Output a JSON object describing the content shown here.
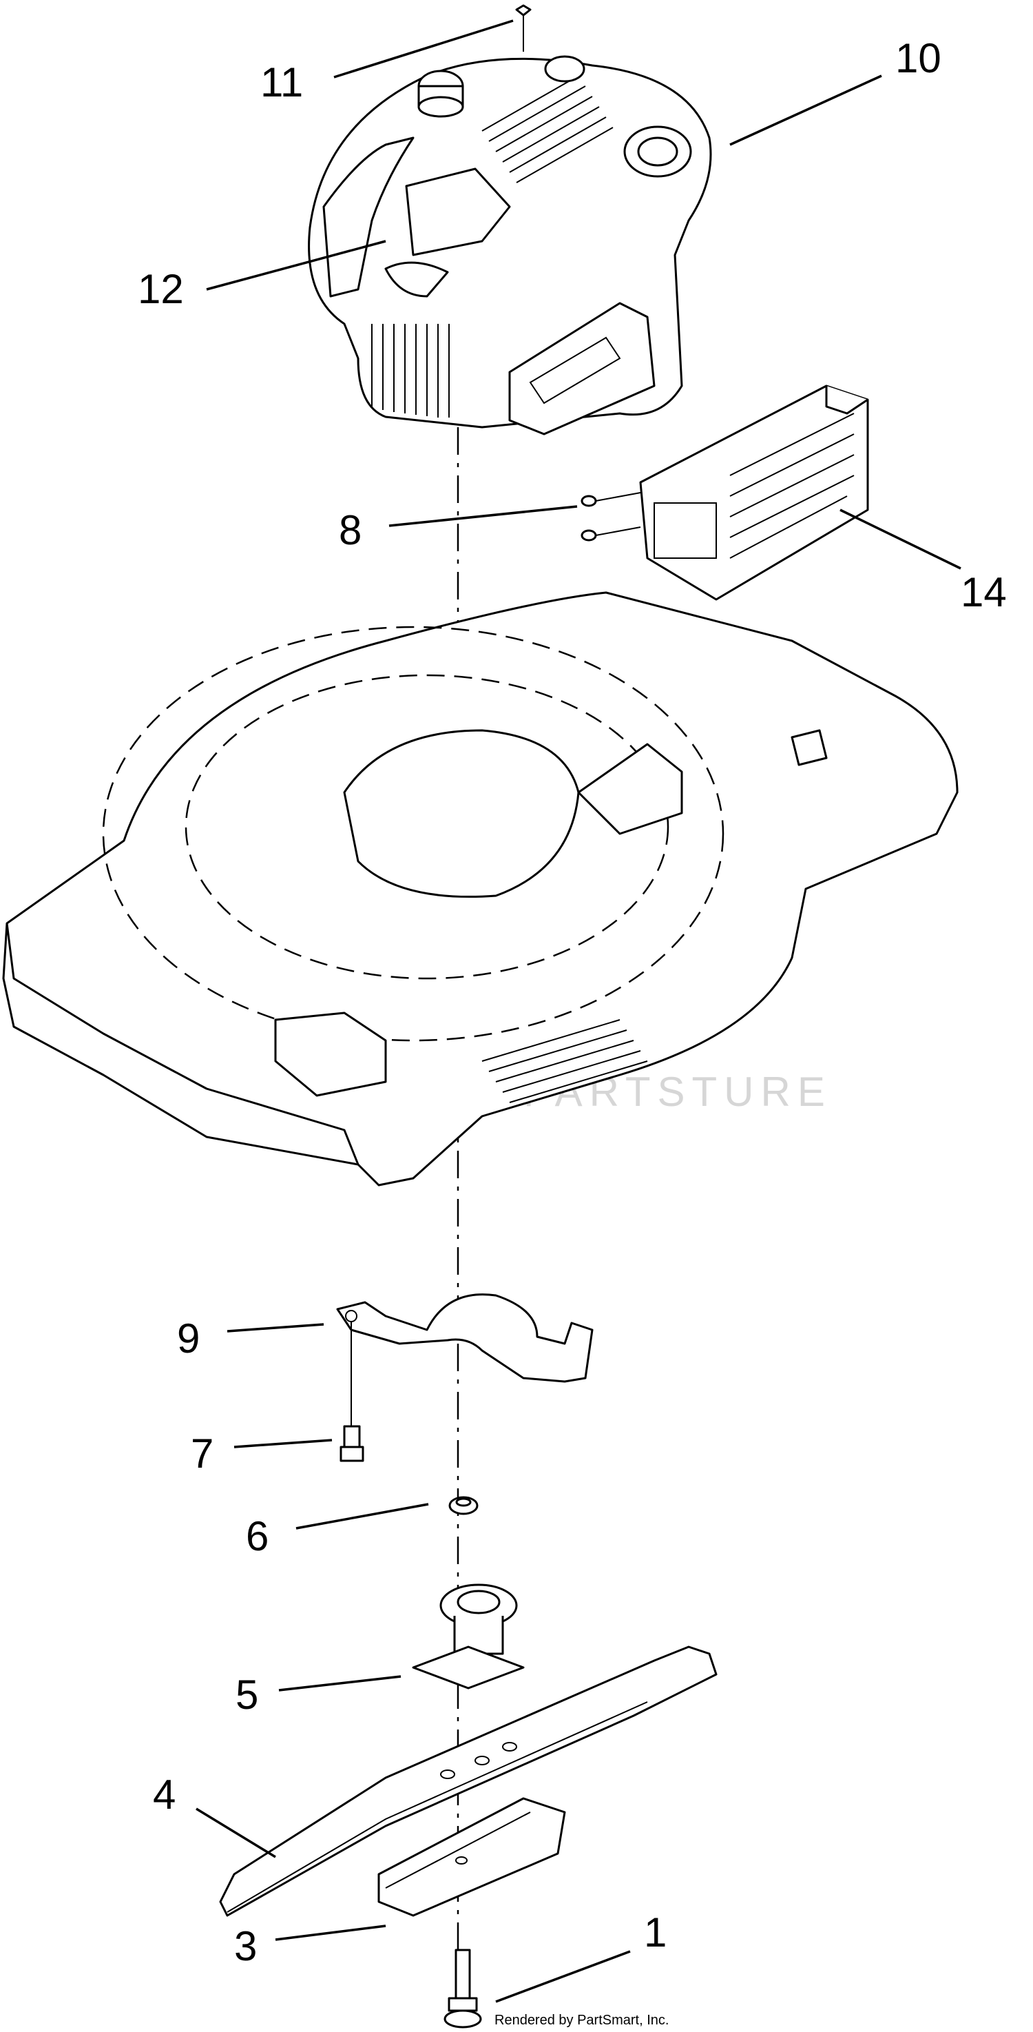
{
  "callouts": [
    {
      "id": "c11",
      "number": "11"
    },
    {
      "id": "c10",
      "number": "10"
    },
    {
      "id": "c12",
      "number": "12"
    },
    {
      "id": "c8",
      "number": "8"
    },
    {
      "id": "c14",
      "number": "14"
    },
    {
      "id": "c9",
      "number": "9"
    },
    {
      "id": "c7",
      "number": "7"
    },
    {
      "id": "c6",
      "number": "6"
    },
    {
      "id": "c5",
      "number": "5"
    },
    {
      "id": "c4",
      "number": "4"
    },
    {
      "id": "c3",
      "number": "3"
    },
    {
      "id": "c1",
      "number": "1"
    }
  ],
  "credit": "Rendered by PartSmart, Inc.",
  "watermark": "PARTSTURE"
}
